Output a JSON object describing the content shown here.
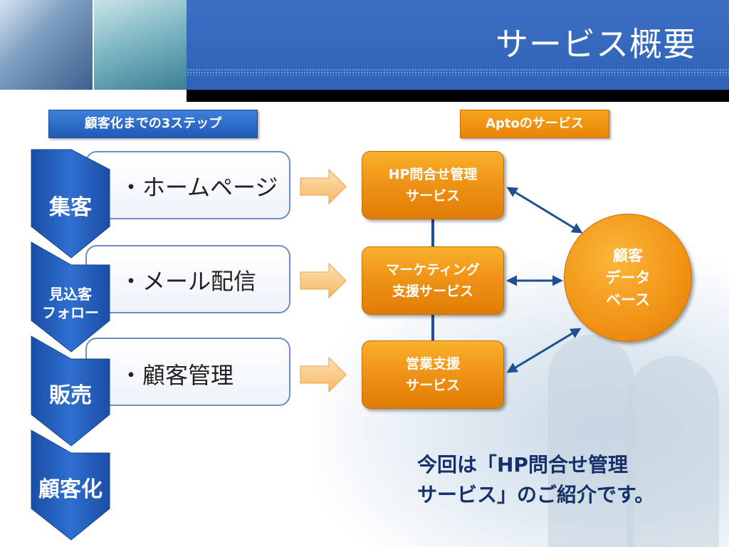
{
  "header": {
    "title": "サービス概要"
  },
  "tags": {
    "steps_label": "顧客化までの3ステップ",
    "services_label": "Aptoのサービス"
  },
  "funnel": [
    {
      "label": "集客",
      "item": "・ホームページ"
    },
    {
      "label_lines": [
        "見込客",
        "フォロー"
      ],
      "item": "・メール配信"
    },
    {
      "label": "販売",
      "item": "・顧客管理"
    },
    {
      "label": "顧客化"
    }
  ],
  "services": [
    {
      "lines": [
        "HP問合せ管理",
        "サービス"
      ]
    },
    {
      "lines": [
        "マーケティング",
        "支援サービス"
      ]
    },
    {
      "lines": [
        "営業支援",
        "サービス"
      ]
    }
  ],
  "database": {
    "lines": [
      "顧客",
      "データ",
      "ベース"
    ]
  },
  "note": {
    "lines": [
      "今回は「HP問合せ管理",
      "サービス」のご紹介です。"
    ]
  },
  "colors": {
    "header_blue": "#2f63b7",
    "step_blue": "#1f5bb8",
    "service_orange": "#f09417",
    "note_navy": "#16306b"
  }
}
